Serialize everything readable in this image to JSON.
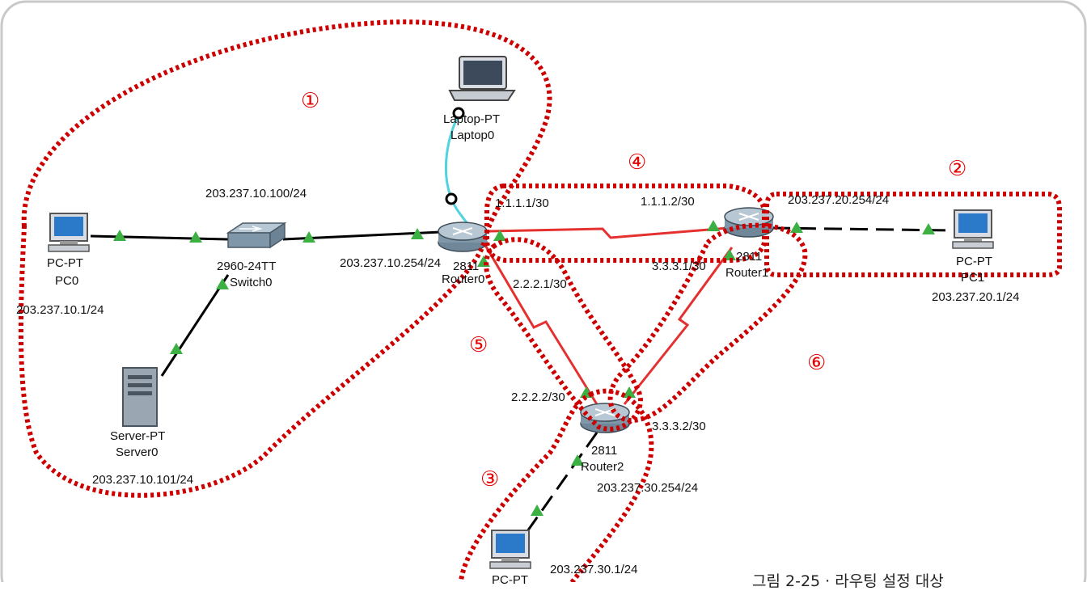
{
  "devices": {
    "laptop0": {
      "type": "Laptop-PT",
      "name": "Laptop0"
    },
    "pc0": {
      "type": "PC-PT",
      "name": "PC0",
      "ip": "203.237.10.1/24"
    },
    "switch0": {
      "type": "2960-24TT",
      "name": "Switch0"
    },
    "server0": {
      "type": "Server-PT",
      "name": "Server0",
      "ip": "203.237.10.101/24"
    },
    "router0": {
      "type": "2811",
      "name": "Router0"
    },
    "router1": {
      "type": "2811",
      "name": "Router1"
    },
    "router2": {
      "type": "2811",
      "name": "Router2"
    },
    "pc1": {
      "type": "PC-PT",
      "name": "PC1",
      "ip": "203.237.20.1/24"
    },
    "pc2": {
      "type": "PC-PT",
      "ip": "203.237.30.1/24"
    }
  },
  "addresses": {
    "lan1_mid": "203.237.10.100/24",
    "router0_lan": "203.237.10.254/24",
    "r0_r1_a": "1.1.1.1/30",
    "r0_r1_b": "1.1.1.2/30",
    "r1_lan": "203.237.20.254/24",
    "r1_r2_a": "3.3.3.1/30",
    "r0_r2_a": "2.2.2.1/30",
    "r0_r2_b": "2.2.2.2/30",
    "r1_r2_b": "3.3.3.2/30",
    "r2_lan": "203.237.30.254/24"
  },
  "regions": [
    "①",
    "②",
    "③",
    "④",
    "⑤",
    "⑥"
  ],
  "caption": "그림 2-25 · 라우팅 설정 대상",
  "colors": {
    "region_outline": "#cc0000",
    "serial_link": "#e53030",
    "ethernet_link": "#000000",
    "console_link": "#4fd3e0",
    "port_marker": "#3cb043",
    "router_body": "#8fa8b8"
  }
}
